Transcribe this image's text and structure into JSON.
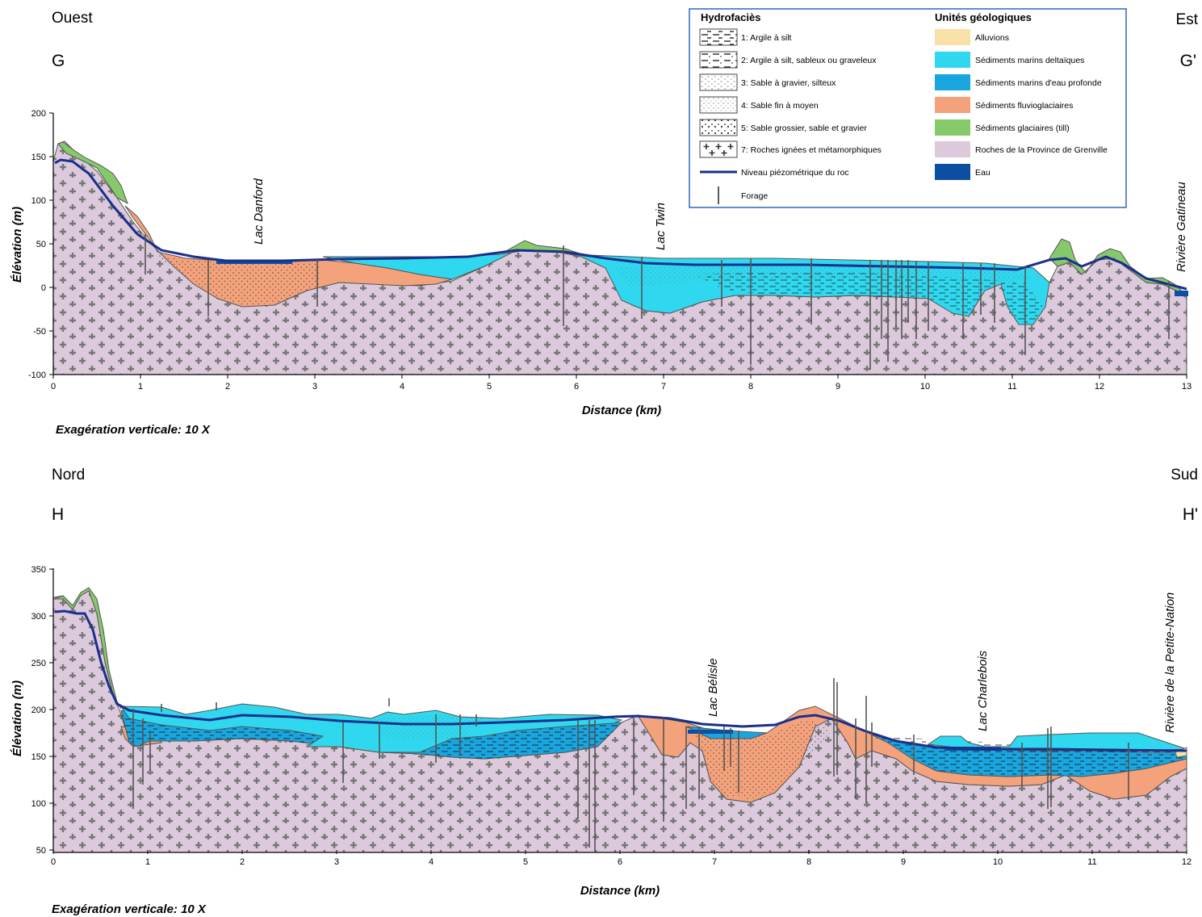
{
  "section_g": {
    "west_label": "Ouest",
    "east_label": "Est",
    "left_id": "G",
    "right_id": "G'",
    "y_axis_label": "Élévation (m)",
    "x_axis_label": "Distance (km)",
    "vertical_exaggeration": "Exagération verticale: 10 X",
    "y_ticks": [
      "200",
      "150",
      "100",
      "50",
      "0",
      "-50",
      "-100"
    ],
    "x_ticks": [
      "0",
      "1",
      "2",
      "3",
      "4",
      "5",
      "6",
      "7",
      "8",
      "9",
      "10",
      "11",
      "12",
      "13"
    ],
    "places": [
      "Lac Danford",
      "Lac Twin",
      "Rivière Gatineau"
    ]
  },
  "section_h": {
    "west_label": "Nord",
    "east_label": "Sud",
    "left_id": "H",
    "right_id": "H'",
    "y_axis_label": "Élévation (m)",
    "x_axis_label": "Distance (km)",
    "vertical_exaggeration": "Exagération verticale: 10 X",
    "y_ticks": [
      "350",
      "300",
      "250",
      "200",
      "150",
      "100",
      "50"
    ],
    "x_ticks": [
      "0",
      "1",
      "2",
      "3",
      "4",
      "5",
      "6",
      "7",
      "8",
      "9",
      "10",
      "11",
      "12"
    ],
    "places": [
      "Lac Bélisle",
      "Lac Charlebois",
      "Rivière de la Petite-Nation"
    ]
  },
  "legend": {
    "hydro_title": "Hydrofaciès",
    "geo_title": "Unités géologiques",
    "hydro_items": [
      "1: Argile à silt",
      "2: Argile à silt, sableux ou graveleux",
      "3: Sable à gravier, silteux",
      "4: Sable fin à moyen",
      "5: Sable grossier, sable et gravier",
      "7: Roches ignées et métamorphiques",
      "Niveau piézométrique du roc",
      "Forage"
    ],
    "geo_items": [
      "Alluvions",
      "Sédiments marins deltaïques",
      "Sédiments marins d'eau profonde",
      "Sédiments fluvioglaciaires",
      "Sédiments glaciaires (till)",
      "Roches de la Province de Grenville",
      "Eau"
    ]
  },
  "colors": {
    "alluvions": "#f7e1a6",
    "deltaic": "#2fd8ee",
    "deep_marine": "#19a6e0",
    "fluvioglacial": "#f4a27b",
    "till": "#86c96a",
    "bedrock": "#dcc9dc",
    "water": "#0b4ea2",
    "piezo": "#1b2f8c",
    "legend_border": "#3a6fc7"
  }
}
